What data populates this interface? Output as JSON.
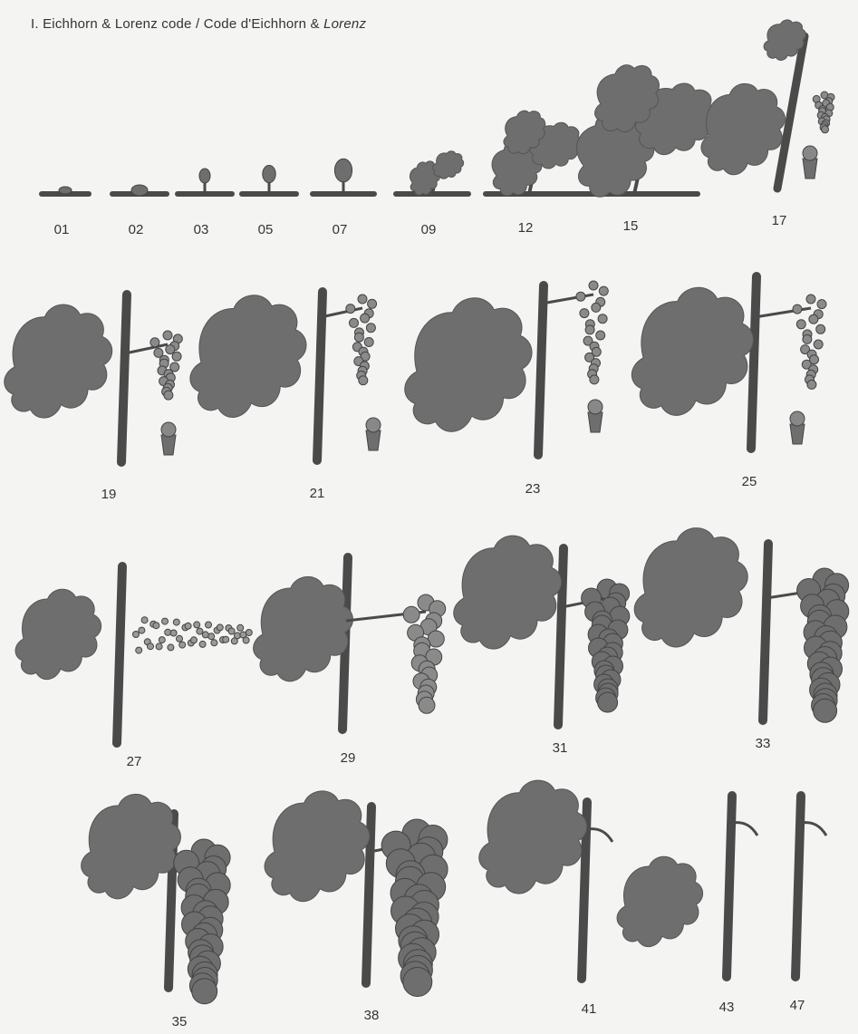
{
  "title": {
    "prefix": "I. Eichhorn & Lorenz code / Code d'Eichhorn & ",
    "italic": "Lorenz"
  },
  "colors": {
    "background": "#f4f4f2",
    "plant": "#6e6e6e",
    "stem": "#4a4a4a",
    "text": "#333333"
  },
  "stages": [
    {
      "code": "01",
      "kind": "bud-dormant"
    },
    {
      "code": "02",
      "kind": "bud-swelling"
    },
    {
      "code": "03",
      "kind": "bud-wool"
    },
    {
      "code": "05",
      "kind": "bud-break"
    },
    {
      "code": "07",
      "kind": "first-leaf"
    },
    {
      "code": "09",
      "kind": "leaves-unfolded"
    },
    {
      "code": "12",
      "kind": "shoot-5-leaves"
    },
    {
      "code": "15",
      "kind": "shoot-elongating"
    },
    {
      "code": "17",
      "kind": "inflorescence-developed"
    },
    {
      "code": "19",
      "kind": "flowering-begins"
    },
    {
      "code": "21",
      "kind": "early-flowering"
    },
    {
      "code": "23",
      "kind": "full-flowering"
    },
    {
      "code": "25",
      "kind": "late-flowering"
    },
    {
      "code": "27",
      "kind": "fruit-set"
    },
    {
      "code": "29",
      "kind": "berries-small"
    },
    {
      "code": "31",
      "kind": "berries-pea-size"
    },
    {
      "code": "33",
      "kind": "bunch-closure"
    },
    {
      "code": "35",
      "kind": "veraison"
    },
    {
      "code": "38",
      "kind": "harvest-ripe"
    },
    {
      "code": "41",
      "kind": "after-harvest"
    },
    {
      "code": "43",
      "kind": "leaf-fall-begins"
    },
    {
      "code": "47",
      "kind": "end-of-leaf-fall"
    }
  ]
}
